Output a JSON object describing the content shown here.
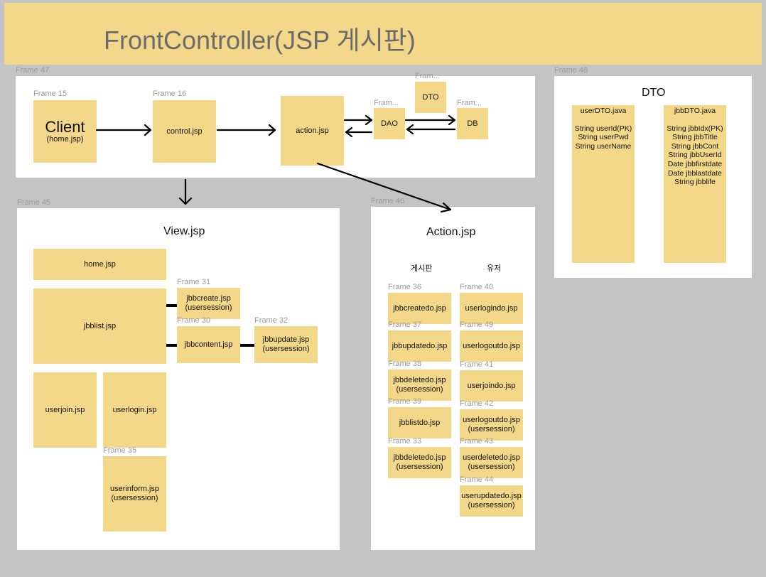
{
  "title": "FrontController(JSP 게시판)",
  "frames": {
    "f47": "Frame 47",
    "f48": "Frame 48",
    "f45": "Frame 45",
    "f46": "Frame 46",
    "f15": "Frame 15",
    "f16": "Frame 16",
    "fdao": "Fram...",
    "fdto": "Fram...",
    "fdb": "Fram...",
    "f31": "Frame 31",
    "f30": "Frame 30",
    "f32": "Frame 32",
    "f35": "Frame 35",
    "f36": "Frame 36",
    "f37": "Frame 37",
    "f38": "Frame 38",
    "f39": "Frame 39",
    "f33": "Frame 33",
    "f40": "Frame 40",
    "f49": "Frame 49",
    "f41": "Frame 41",
    "f42": "Frame 42",
    "f43": "Frame 43",
    "f44": "Frame 44"
  },
  "top": {
    "client": "Client",
    "client_sub": "(home.jsp)",
    "control": "control.jsp",
    "action": "action.jsp",
    "dao": "DAO",
    "dto": "DTO",
    "db": "DB"
  },
  "view": {
    "heading": "View.jsp",
    "home": "home.jsp",
    "jbblist": "jbblist.jsp",
    "jbbcreate": "jbbcreate.jsp\n(usersession)",
    "jbbcontent": "jbbcontent.jsp",
    "jbbupdate": "jbbupdate.jsp\n(usersession)",
    "userjoin": "userjoin.jsp",
    "userlogin": "userlogin.jsp",
    "userinform": "userinform.jsp\n(usersession)"
  },
  "action": {
    "heading": "Action.jsp",
    "col_board": "게시판",
    "col_user": "유저",
    "board": {
      "b36": "jbbcreatedo.jsp",
      "b37": "jbbupdatedo.jsp",
      "b38": "jbbdeletedo.jsp\n(usersession)",
      "b39": "jbblistdo.jsp",
      "b33": "jbbdeletedo.jsp\n(usersession)"
    },
    "user": {
      "u40": "userlogindo.jsp",
      "u49": "userlogoutdo.jsp",
      "u41": "userjoindo.jsp",
      "u42": "userlogoutdo.jsp\n(usersession)",
      "u43": "userdeletedo.jsp\n(usersession)",
      "u44": "userupdatedo.jsp\n(usersession)"
    }
  },
  "dto": {
    "heading": "DTO",
    "user_title": "userDTO.java",
    "user_fields": "String userId(PK)\nString userPwd\nString userName",
    "jbb_title": "jbbDTO.java",
    "jbb_fields": "String jbbIdx(PK)\nString jbbTitle\nString jbbCont\nString jbbUserId\nDate jbbfirstdate\nDate jbblastdate\nString jbblife"
  }
}
